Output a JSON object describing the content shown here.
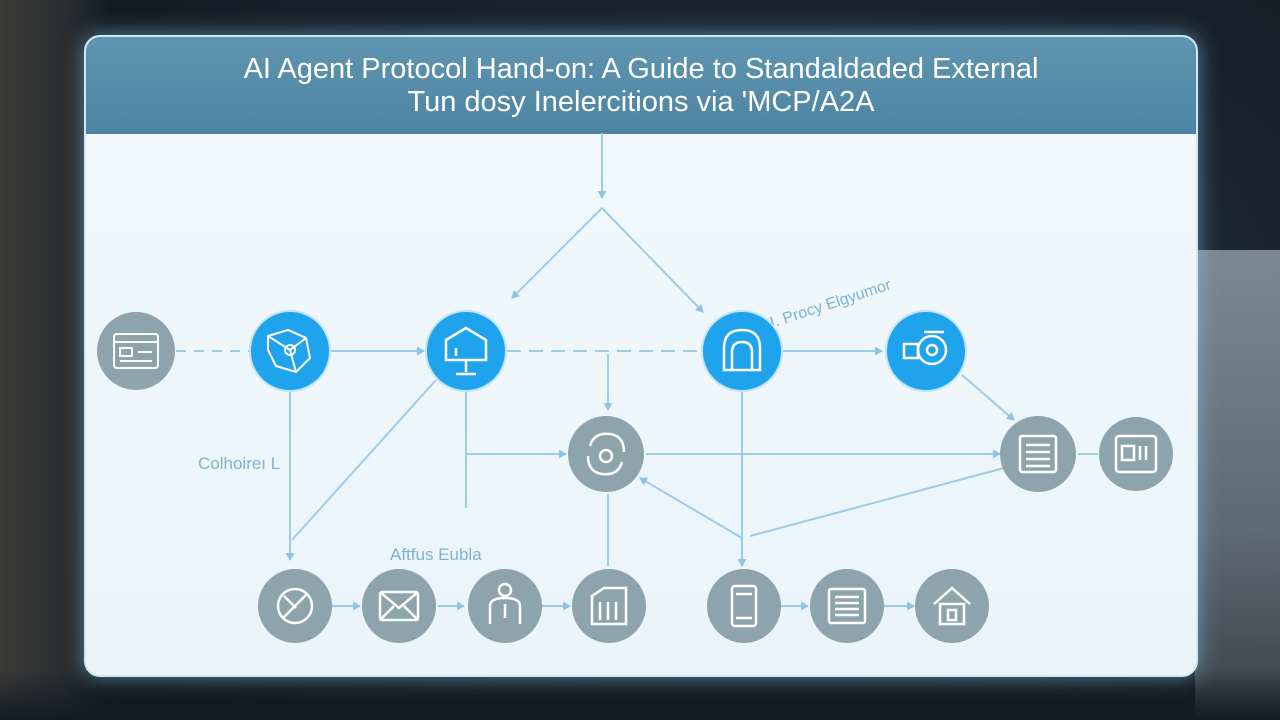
{
  "header": {
    "title_line1": "AI Agent Protocol Hand-on: A Guide to Standaldaded External",
    "title_line2": "Tun dosy Inelercitions via 'MCP/A2A"
  },
  "labels": {
    "proxy": "I. Procy Elgyumor",
    "collab": "Colhoireı L",
    "afflux": "Aftfus Eubla"
  },
  "colors": {
    "header": "#5789a6",
    "node_blue": "#1ea3ec",
    "node_gray": "#8ea4ad",
    "connector": "#9ecbe6",
    "panel": "#eef6fa"
  },
  "nodes": [
    {
      "id": "n1",
      "icon": "browser-window-icon",
      "style": "gray"
    },
    {
      "id": "n2",
      "icon": "network-map-icon",
      "style": "blue"
    },
    {
      "id": "n3",
      "icon": "monitor-icon",
      "style": "blue"
    },
    {
      "id": "n4",
      "icon": "cloud-icon",
      "style": "blue"
    },
    {
      "id": "n5",
      "icon": "gear-device-icon",
      "style": "blue"
    },
    {
      "id": "n6",
      "icon": "sync-arrows-icon",
      "style": "gray"
    },
    {
      "id": "n7",
      "icon": "list-document-icon",
      "style": "gray"
    },
    {
      "id": "n8",
      "icon": "server-box-icon",
      "style": "gray"
    },
    {
      "id": "n9",
      "icon": "no-tool-icon",
      "style": "gray"
    },
    {
      "id": "n10",
      "icon": "envelope-icon",
      "style": "gray"
    },
    {
      "id": "n11",
      "icon": "user-agent-icon",
      "style": "gray"
    },
    {
      "id": "n12",
      "icon": "storage-rack-icon",
      "style": "gray"
    },
    {
      "id": "n13",
      "icon": "mobile-phone-icon",
      "style": "gray"
    },
    {
      "id": "n14",
      "icon": "list-panel-icon",
      "style": "gray"
    },
    {
      "id": "n15",
      "icon": "home-lock-icon",
      "style": "gray"
    }
  ]
}
